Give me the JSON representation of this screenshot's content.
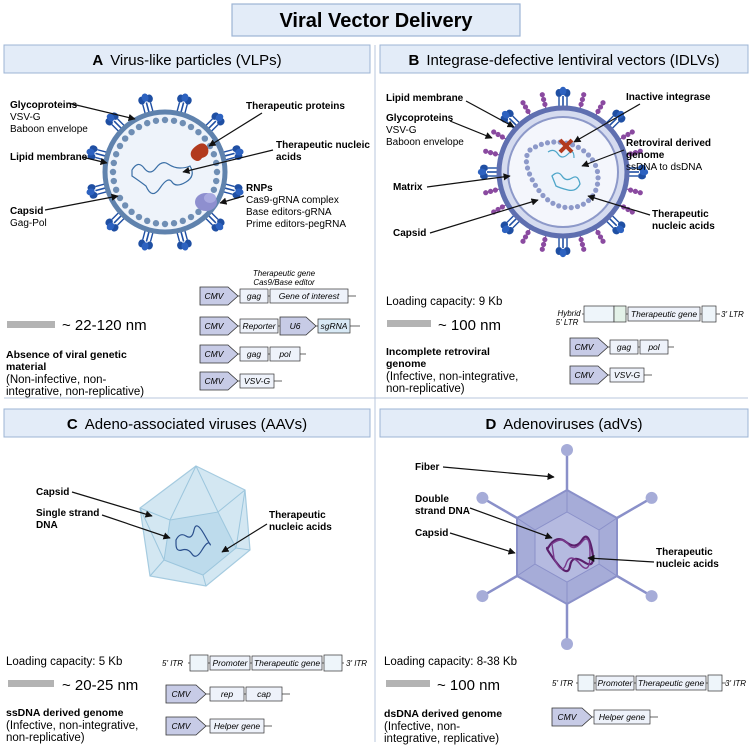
{
  "title": "Viral Vector Delivery",
  "colors": {
    "panel_fill": "#e3ecf8",
    "panel_stroke": "#9db4d4",
    "envelope": "#5f82ad",
    "glyco": "#1f4fa3",
    "capsid_dot": "#6f8eb4",
    "therapeutic_protein": "#b23a1e",
    "rnp": "#8e8fcf",
    "purple": "#8a4aa0",
    "aav": "#b7d8ea",
    "adv": "#a6acd8",
    "adv_stroke": "#8a90c9",
    "dna": "#5a1f6b",
    "cmv_fill": "#c7cbe6",
    "box_fill": "#eef2fa",
    "scale_bar": "#b3b3b3"
  },
  "panels": {
    "A": {
      "letter": "A",
      "name": "Virus-like particles (VLPs)",
      "labels": {
        "glycoproteins": "Glycoproteins",
        "glyco_1": "VSV-G",
        "glyco_2": "Baboon envelope",
        "lipid": "Lipid membrane",
        "capsid": "Capsid",
        "capsid_sub": "Gag-Pol",
        "ther_prot": "Therapeutic proteins",
        "ther_na_1": "Therapeutic nucleic",
        "ther_na_2": "acids",
        "rnps": "RNPs",
        "rnp_1": "Cas9-gRNA complex",
        "rnp_2": "Base editors-gRNA",
        "rnp_3": "Prime editors-pegRNA"
      },
      "size": "~ 22-120 nm",
      "genome_1": "Absence of viral genetic",
      "genome_2": "material",
      "props_1": "(Non-infective, non-",
      "props_2": "integrative, non-replicative)",
      "construct_note_1": "Therapeutic gene",
      "construct_note_2": "Cas9/Base editor",
      "constructs": {
        "cmv": "CMV",
        "gag": "gag",
        "goi": "Gene of interest",
        "reporter": "Reporter",
        "u6": "U6",
        "sgrna": "sgRNA",
        "pol": "pol",
        "vsvg": "VSV-G"
      }
    },
    "B": {
      "letter": "B",
      "name": "Integrase-defective lentiviral vectors (IDLVs)",
      "labels": {
        "lipid": "Lipid membrane",
        "glycoproteins": "Glycoproteins",
        "glyco_1": "VSV-G",
        "glyco_2": "Baboon envelope",
        "matrix": "Matrix",
        "capsid": "Capsid",
        "integrase": "Inactive integrase",
        "retro_1": "Retroviral derived",
        "retro_2": "genome",
        "retro_3": "ssDNA to dsDNA",
        "ther_na_1": "Therapeutic",
        "ther_na_2": "nucleic acids"
      },
      "loading": "Loading capacity: 9 Kb",
      "size": "~ 100 nm",
      "genome_1": "Incomplete retroviral",
      "genome_2": "genome",
      "props_1": "(Infective, non-integrative,",
      "props_2": "non-replicative)",
      "constructs": {
        "hybrid_1": "Hybrid",
        "hybrid_2": "5' LTR",
        "tg": "Therapeutic gene",
        "ltr3": "3' LTR",
        "cmv": "CMV",
        "gag": "gag",
        "pol": "pol",
        "vsvg": "VSV-G"
      }
    },
    "C": {
      "letter": "C",
      "name": "Adeno-associated viruses (AAVs)",
      "labels": {
        "capsid": "Capsid",
        "ssdna_1": "Single strand",
        "ssdna_2": "DNA",
        "ther_na_1": "Therapeutic",
        "ther_na_2": "nucleic acids"
      },
      "loading": "Loading capacity: 5 Kb",
      "size": "~ 20-25 nm",
      "genome_1": "ssDNA derived genome",
      "props_1": "(Infective, non-integrative,",
      "props_2": "non-replicative)",
      "constructs": {
        "itr5": "5' ITR",
        "promoter": "Promoter",
        "tg": "Therapeutic gene",
        "itr3": "3' ITR",
        "cmv": "CMV",
        "rep": "rep",
        "cap": "cap",
        "helper": "Helper gene"
      }
    },
    "D": {
      "letter": "D",
      "name": "Adenoviruses (adVs)",
      "labels": {
        "fiber": "Fiber",
        "dsdna_1": "Double",
        "dsdna_2": "strand DNA",
        "capsid": "Capsid",
        "ther_na_1": "Therapeutic",
        "ther_na_2": "nucleic acids"
      },
      "loading": "Loading capacity: 8-38 Kb",
      "size": "~ 100 nm",
      "genome_1": "dsDNA derived genome",
      "props_1": "(Infective, non-",
      "props_2": "integrative, replicative)",
      "constructs": {
        "itr5": "5' ITR",
        "promoter": "Promoter",
        "tg": "Therapeutic gene",
        "itr3": "3' ITR",
        "cmv": "CMV",
        "helper": "Helper gene"
      }
    }
  }
}
